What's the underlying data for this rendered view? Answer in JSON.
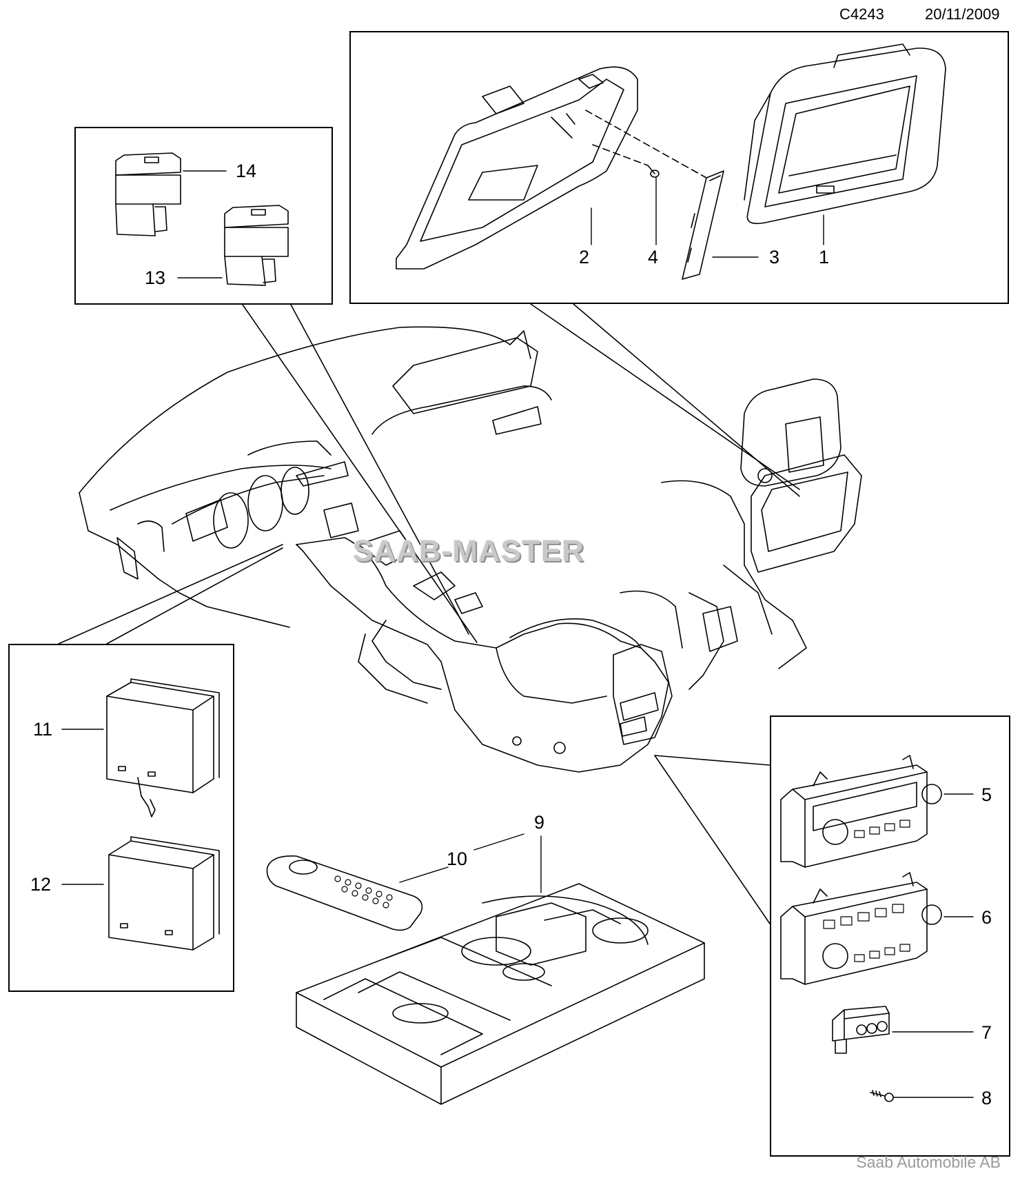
{
  "header": {
    "code": "C4243",
    "date": "20/11/2009"
  },
  "watermark": "SAAB-MASTER",
  "footer": {
    "brand": "Saab Automobile AB"
  },
  "callouts": [
    {
      "id": "1",
      "label": "1"
    },
    {
      "id": "2",
      "label": "2"
    },
    {
      "id": "3",
      "label": "3"
    },
    {
      "id": "4",
      "label": "4"
    },
    {
      "id": "5",
      "label": "5"
    },
    {
      "id": "6",
      "label": "6"
    },
    {
      "id": "7",
      "label": "7"
    },
    {
      "id": "8",
      "label": "8"
    },
    {
      "id": "9",
      "label": "9"
    },
    {
      "id": "10",
      "label": "10"
    },
    {
      "id": "11",
      "label": "11"
    },
    {
      "id": "12",
      "label": "12"
    },
    {
      "id": "13",
      "label": "13"
    },
    {
      "id": "14",
      "label": "14"
    }
  ]
}
